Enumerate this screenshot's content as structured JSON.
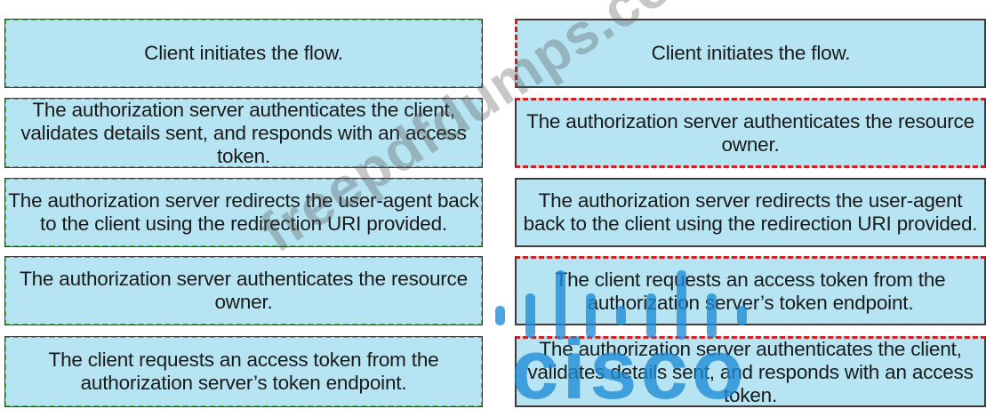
{
  "left_column": {
    "items": [
      "Client initiates the flow.",
      "The authorization server authenticates the client, validates details sent, and responds with an access token.",
      "The authorization server redirects the user-agent back to the client using the redirection URI provided.",
      "The authorization server authenticates the resource owner.",
      "The client requests an access token from the authorization server’s token endpoint."
    ]
  },
  "right_column": {
    "items": [
      "Client initiates the flow.",
      "The authorization server authenticates the resource owner.",
      "The authorization server redirects the user-agent back to the client using the redirection URI provided.",
      "The client requests an access token from the authorization server’s token endpoint.",
      "The authorization server authenticates the client, validates details sent, and responds with an access token."
    ]
  },
  "watermark": {
    "site": "freepdfdumps.com",
    "brand": "cisco"
  },
  "colors": {
    "box_fill": "#b6e4f2",
    "left_border": "#4caf50",
    "right_border_accent": "#d32020",
    "watermark_blue": "#1e8cd7"
  }
}
